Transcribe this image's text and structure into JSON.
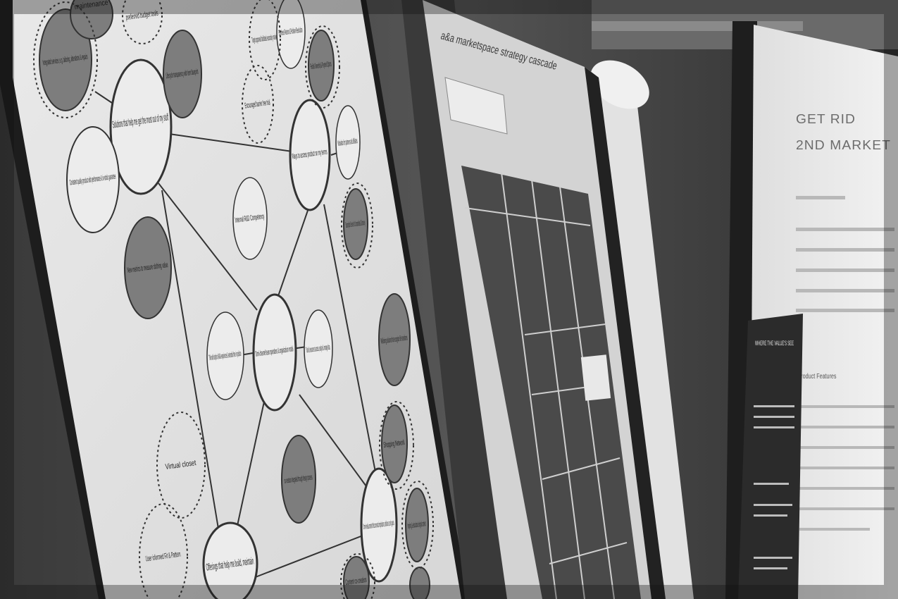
{
  "image": {
    "description_style": "grayscale photo of workshop posters",
    "colors": {
      "background": "#2a2a2a",
      "poster_light": "#e4e4e4",
      "node_gray": "#7d7d7d",
      "panel_dark": "#4a4a4a"
    }
  },
  "mind_map": {
    "central_node": "Omni-channel team operations & organization model",
    "nodes": {
      "solutions": "Solutions that help me get the most out of my stuff",
      "ways_access": "Ways to access product on my terms",
      "offerings": "Offerings that help me build, maintain",
      "omni_media": "Omni-media content that connects inspirations, solutions, and guess",
      "integrated_services": "Integrated services, e.g. tailoring, alterations & repairs",
      "consistent_quality": "Consistent quality product with performance & in-stock guarantee",
      "new_metrics": "New metrics to measure clothing value",
      "lifecycle": "Lifecycle transparency with item blueprint",
      "internal_rd": "Internal R&D Competency",
      "tms": "TMs with depth of A&A experience & extended time in position",
      "tools": "Tools & resources to access, analyze & manage data",
      "co_creation": "co-creation integrated through design process",
      "virtual_closet": "Virtual closet",
      "user_informed": "User informed Fit & Pattern",
      "wellbeing": "Wellbeing solutions that recognize life transitions",
      "shopping_network": "Shopping Network",
      "target_approved": "Target approved facilitated secondary market",
      "effortless_returns": "Effortless Returns & Problem Resolution",
      "flexible_ownership": "Flexible Ownership & Payment Options",
      "encouraged_trial": "Encouraged barrier free trial",
      "subscription": "Subscription Service for Consumables & Discovery",
      "motivation": "Motivation for partners and affiliates",
      "preferred_budget": "preferred budget tools",
      "maintenance": "maintenance",
      "content_co": "Content co-creation",
      "inspiring": "Inspiring & educational original content"
    }
  },
  "strategy_poster": {
    "title": "a&a marketspace strategy cascade",
    "headers": [
      "",
      "",
      "",
      ""
    ],
    "row_labels": [
      "",
      "",
      "",
      ""
    ]
  },
  "second_market": {
    "heading_line1": "GET RID",
    "heading_line2": "2ND MARKET",
    "section_label": "Product Features",
    "dark_card_title": "WHERE THE VALUE'S SEE"
  }
}
